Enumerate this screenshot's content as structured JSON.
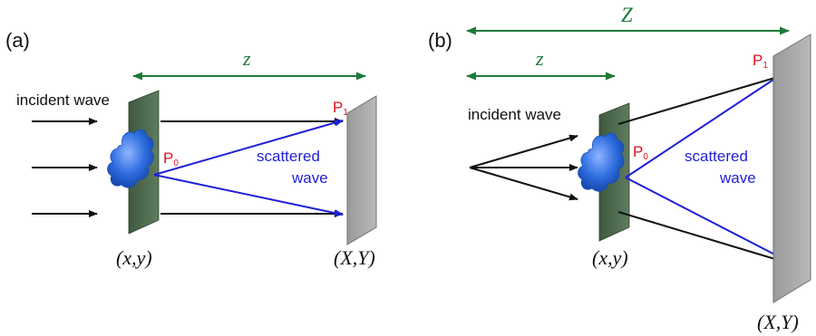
{
  "panel_a": {
    "label": "(a)",
    "distance_label": "z",
    "incident_label": "incident wave",
    "scattered_label_1": "scattered",
    "scattered_label_2": "wave",
    "p0_main": "P",
    "p0_sub": "0",
    "p1_main": "P",
    "p1_sub": "1",
    "object_plane_coords": "(x,y)",
    "detector_plane_coords": "(X,Y)"
  },
  "panel_b": {
    "label": "(b)",
    "distance_label_large": "Z",
    "distance_label_small": "z",
    "incident_label": "incident wave",
    "scattered_label_1": "scattered",
    "scattered_label_2": "wave",
    "p0_main": "P",
    "p0_sub": "0",
    "p1_main": "P",
    "p1_sub": "1",
    "object_plane_coords": "(x,y)",
    "detector_plane_coords": "(X,Y)"
  },
  "colors": {
    "arrow_black": "#111111",
    "arrow_blue": "#1f1fd6",
    "dimension_green": "#1e7a3a",
    "point_red": "#e0131d",
    "object_plane": "#4f6b4f",
    "detector_plane": "#a9a9a9",
    "sample_blue": "#2f6fe0"
  }
}
